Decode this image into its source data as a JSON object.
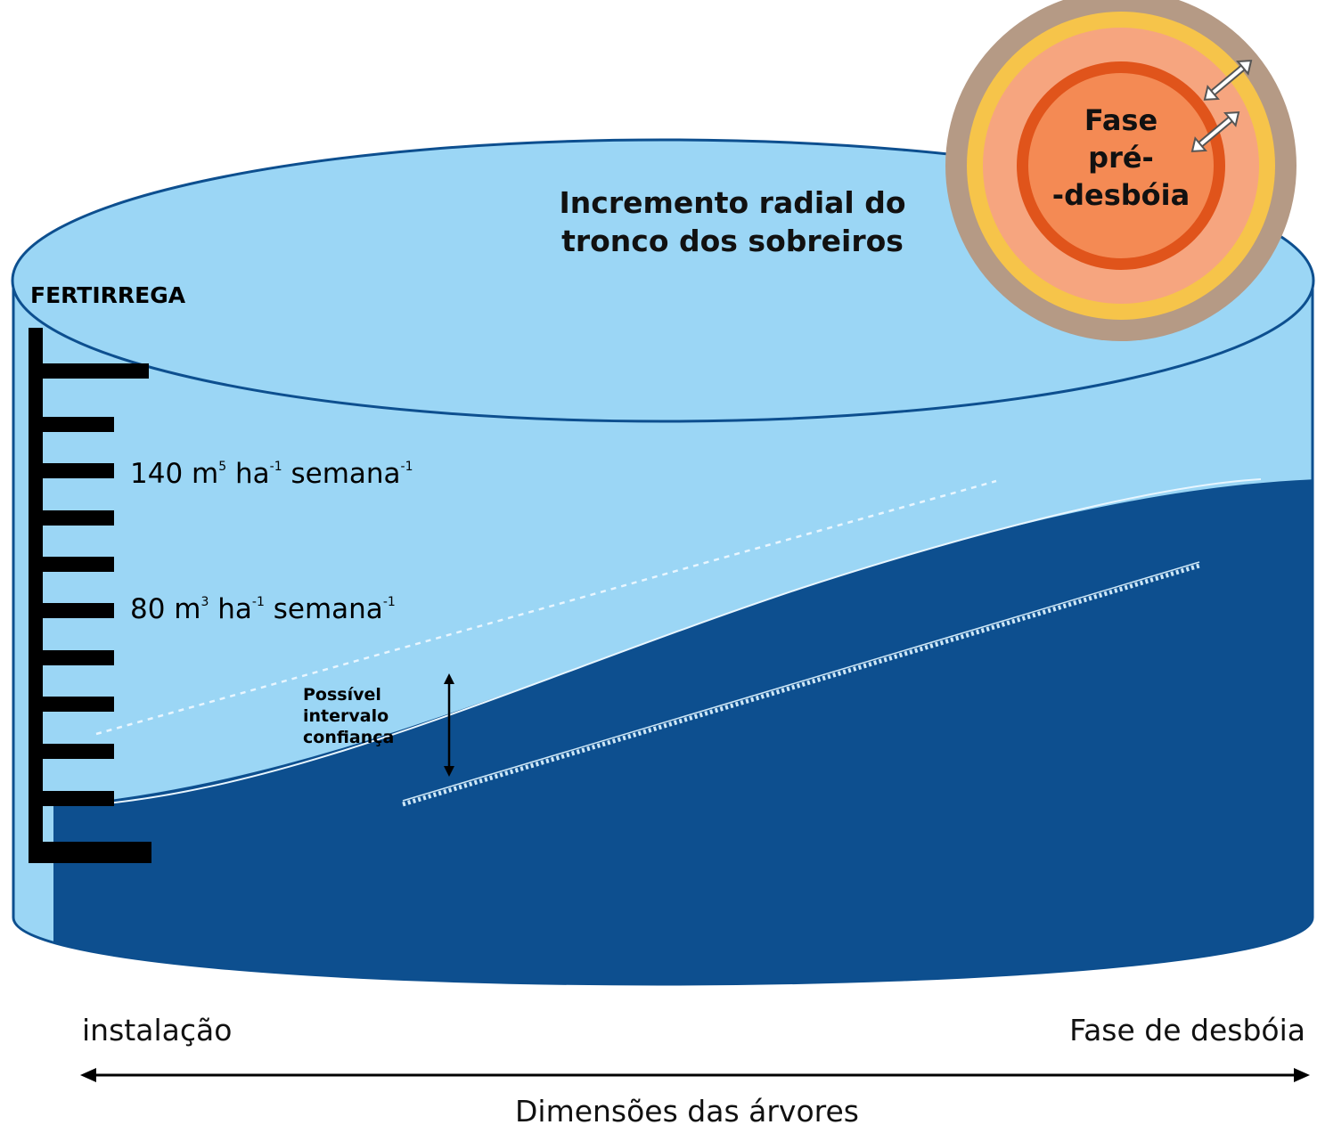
{
  "title": {
    "line1": "Incremento radial do",
    "line2": "tronco dos sobreiros"
  },
  "scale": {
    "label": "FERTIRREGA",
    "upper_rate": {
      "prefix": "140 m",
      "sup1": "5",
      "mid1": " ha",
      "sup2": "-1",
      "mid2": " semana",
      "sup3": "-1"
    },
    "lower_rate": {
      "prefix": "80 m",
      "sup1": "3",
      "mid1": " ha",
      "sup2": "-1",
      "mid2": " semana",
      "sup3": "-1"
    }
  },
  "confidence": {
    "line1": "Possível",
    "line2": "intervalo",
    "line3": "confiança"
  },
  "trunk_badge": {
    "line1": "Fase",
    "line2": "pré-",
    "line3": "-desbóia"
  },
  "axis": {
    "left_label": "instalação",
    "right_label": "Fase de desbóia",
    "caption": "Dimensões das árvores"
  },
  "colors": {
    "light_blue": "#9bd6f5",
    "dark_blue": "#0d4f8f",
    "bark": "#b59a85",
    "cork_yellow": "#f6c44a",
    "cork_peach": "#f6a57f",
    "ring_orange": "#e0541b",
    "core_orange": "#f48a54",
    "scale_black": "#000000"
  }
}
